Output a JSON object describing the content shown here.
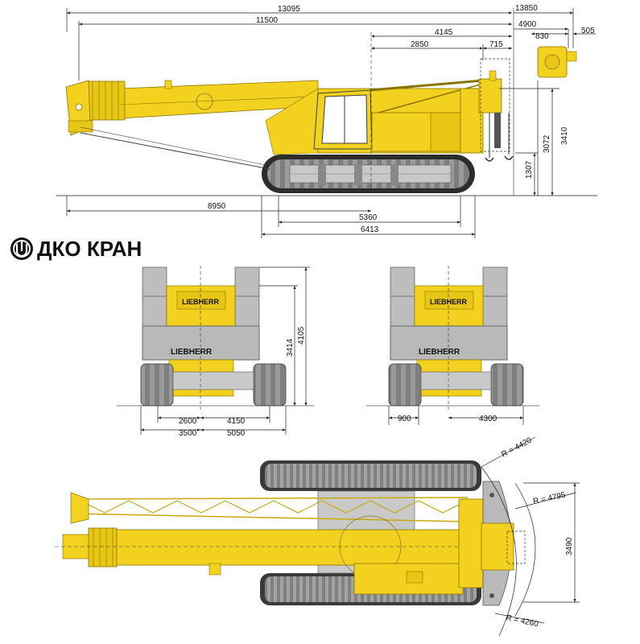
{
  "brand": {
    "name": "ДКО КРАН",
    "logo_colors": {
      "ring": "#111111",
      "fill": "#ffffff"
    }
  },
  "manufacturer_label": "LIEBHERR",
  "colors": {
    "crane_yellow": "#f2d21f",
    "crane_dark_yellow": "#c9a80c",
    "track": "#9a9a9a",
    "track_dark": "#3a3a3a",
    "counterweight": "#b9b9b9",
    "dim_line": "#333333"
  },
  "side_view": {
    "dims_top": {
      "overall_length": "13095",
      "boom_length": "11500",
      "d4145": "4145",
      "d2850": "2850",
      "d715": "715",
      "d13850": "13850",
      "d4900": "4900",
      "d830": "830",
      "d505": "505"
    },
    "dims_right": {
      "d1307": "1307",
      "d3072": "3072",
      "d3410": "3410"
    },
    "dims_bottom": {
      "d8950": "8950",
      "d5360": "5360",
      "d6413": "6413"
    }
  },
  "front_view_left": {
    "dims": {
      "d3414": "3414",
      "d4105": "4105",
      "d2600": "2600",
      "d4150": "4150",
      "d3500": "3500",
      "d5050": "5050"
    }
  },
  "front_view_right": {
    "dims": {
      "d900": "900",
      "d4300": "4300"
    }
  },
  "top_view": {
    "dims": {
      "r4420": "R = 4420",
      "r4795": "R = 4795",
      "r4260": "R = 4260",
      "d3490": "3490"
    }
  }
}
